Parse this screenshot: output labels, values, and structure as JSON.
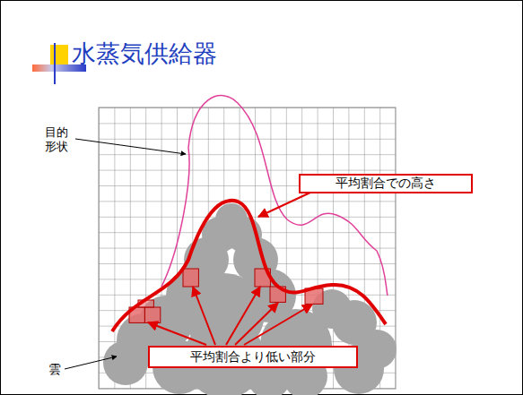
{
  "diagram": {
    "title": "水蒸気供給器",
    "nodes": [
      {
        "text": [
          "平均割合での高さ"
        ]
      },
      {
        "text": [
          "平均割合より低い部分"
        ]
      }
    ],
    "labels": [
      "目的 形状",
      "雲"
    ]
  }
}
